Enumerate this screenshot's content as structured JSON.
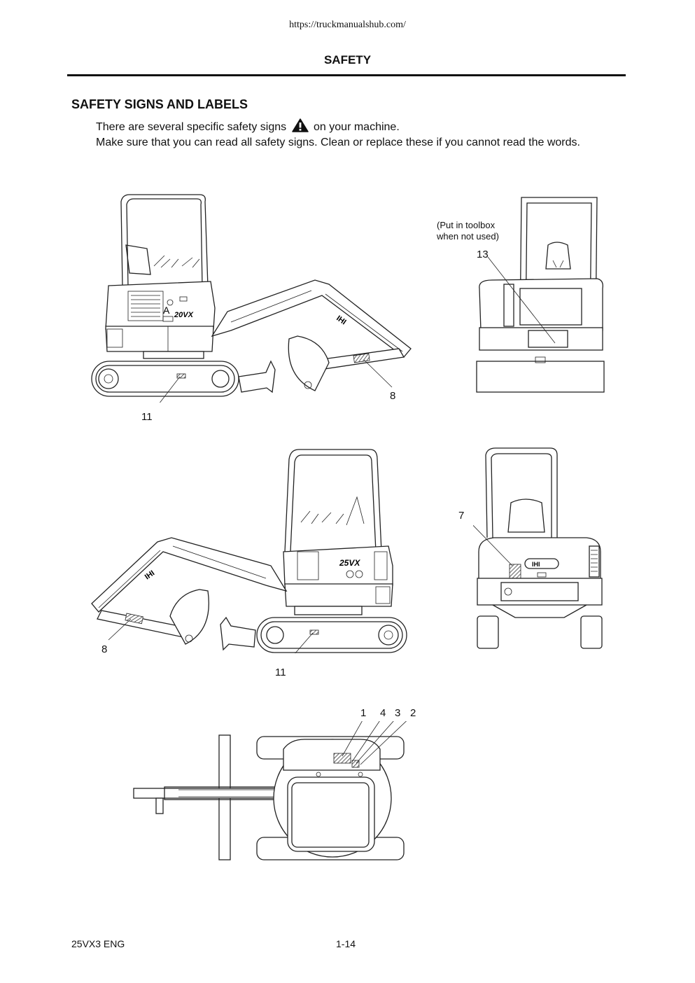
{
  "source_url": "https://truckmanualshub.com/",
  "header": "SAFETY",
  "section_title": "SAFETY SIGNS AND LABELS",
  "para1_before": "There are several specific safety signs",
  "para1_after": "on your machine.",
  "para2": "Make sure that you can read all safety signs.  Clean or replace these if you cannot read the words.",
  "icons": {
    "safety_alert": "warning-triangle-icon"
  },
  "figures": {
    "side_left": {
      "model_mark": "20VX",
      "mark_a": "A",
      "labels": [
        "11",
        "8"
      ]
    },
    "rear_right": {
      "note_line1": "(Put in toolbox",
      "note_line2": "when not used)",
      "label": "13"
    },
    "side_right": {
      "model_mark": "25VX",
      "labels": [
        "8",
        "11"
      ]
    },
    "rear_left": {
      "label": "7"
    },
    "top_view": {
      "labels": [
        "1",
        "4",
        "3",
        "2"
      ]
    }
  },
  "footer": {
    "doc_code": "25VX3 ENG",
    "page": "1-14"
  }
}
